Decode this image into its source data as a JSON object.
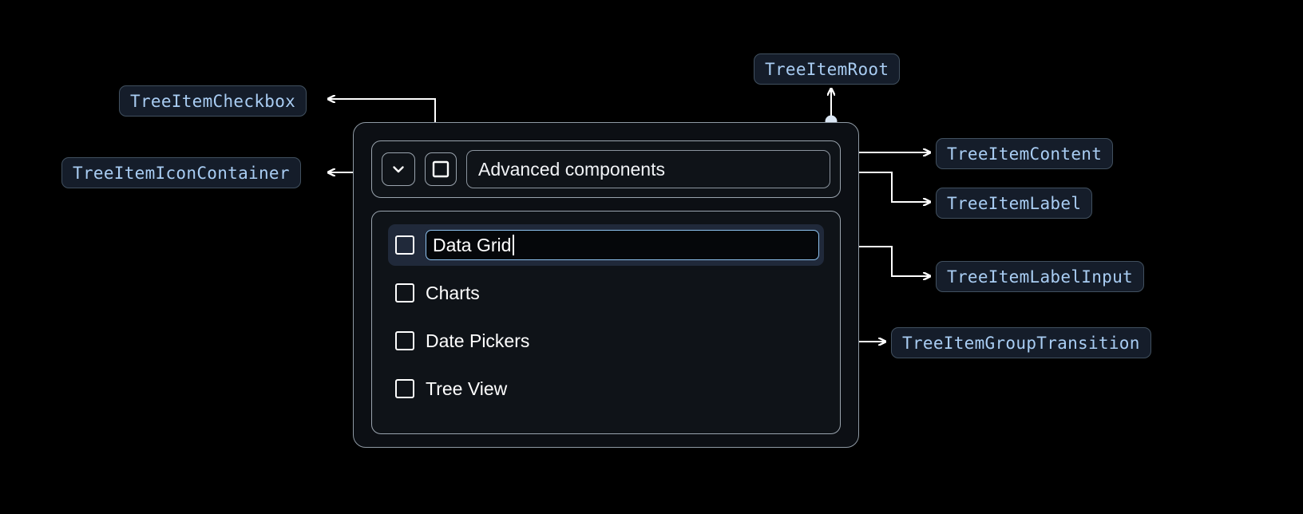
{
  "annotations": [
    {
      "id": "treeitemcheckbox",
      "label": "TreeItemCheckbox"
    },
    {
      "id": "treeitemiconcontainer",
      "label": "TreeItemIconContainer"
    },
    {
      "id": "treeitemroot",
      "label": "TreeItemRoot"
    },
    {
      "id": "treeitemcontent",
      "label": "TreeItemContent"
    },
    {
      "id": "treeitemlabel",
      "label": "TreeItemLabel"
    },
    {
      "id": "treeitemlabelinput",
      "label": "TreeItemLabelInput"
    },
    {
      "id": "treeitemgrouptransition",
      "label": "TreeItemGroupTransition"
    }
  ],
  "tree": {
    "root": {
      "expand_icon": "chevron-down-icon",
      "checkbox_icon": "checkbox-unchecked-icon",
      "label": "Advanced components",
      "expanded": true
    },
    "children": [
      {
        "label": "Data Grid",
        "editing": true,
        "checked": false
      },
      {
        "label": "Charts",
        "editing": false,
        "checked": false
      },
      {
        "label": "Date Pickers",
        "editing": false,
        "checked": false
      },
      {
        "label": "Tree View",
        "editing": false,
        "checked": false
      }
    ]
  },
  "colors": {
    "background": "#000000",
    "chip_bg": "#151d2a",
    "chip_border": "#41505f",
    "chip_text": "#a9cdf3",
    "wire": "#ffffff",
    "dot": "#dbe7f5",
    "card_border": "#9aa4ae",
    "selected_row": "#20293a",
    "input_border": "#8ec2ef",
    "text": "#ffffff"
  }
}
